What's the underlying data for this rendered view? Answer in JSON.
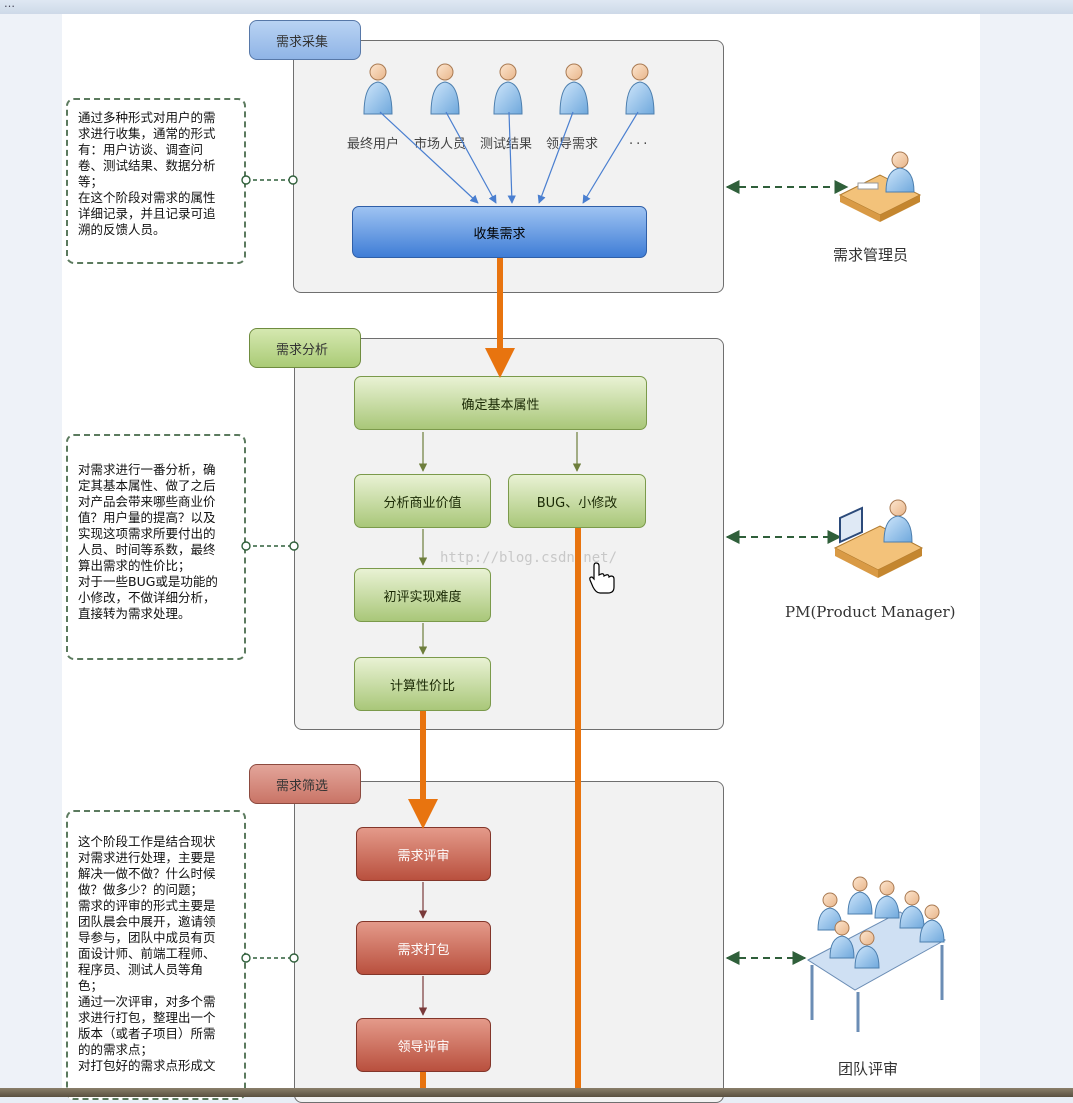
{
  "window": {
    "title_fragment": "…"
  },
  "stages": {
    "collection": {
      "tab": "需求采集",
      "sources": [
        "最终用户",
        "市场人员",
        "测试结果",
        "领导需求",
        "..."
      ],
      "main_box": "收集需求",
      "note": "通过多种形式对用户的需\n求进行收集，通常的形式\n有：用户访谈、调查问\n卷、测试结果、数据分析\n等；\n在这个阶段对需求的属性\n详细记录，并且记录可追\n溯的反馈人员。",
      "role": "需求管理员"
    },
    "analysis": {
      "tab": "需求分析",
      "box_basic": "确定基本属性",
      "box_business": "分析商业价值",
      "box_bug": "BUG、小修改",
      "box_difficulty": "初评实现难度",
      "box_cost": "计算性价比",
      "note": "对需求进行一番分析，确\n定其基本属性、做了之后\n对产品会带来哪些商业价\n值？用户量的提高？以及\n实现这项需求所要付出的\n人员、时间等系数，最终\n算出需求的性价比；\n对于一些BUG或是功能的\n小修改，不做详细分析，\n直接转为需求处理。",
      "role": "PM(Product Manager)"
    },
    "screening": {
      "tab": "需求筛选",
      "box_review": "需求评审",
      "box_package": "需求打包",
      "box_leader": "领导评审",
      "note": "这个阶段工作是结合现状\n对需求进行处理，主要是\n解决一做不做？什么时候\n做？做多少？的问题；\n需求的评审的形式主要是\n团队晨会中展开，邀请领\n导参与，团队中成员有页\n面设计师、前端工程师、\n程序员、测试人员等角\n色；\n通过一次评审，对多个需\n求进行打包，整理出一个\n版本（或者子项目）所需\n的的需求点；\n对打包好的需求点形成文",
      "role": "团队评审"
    }
  },
  "watermark": "http://blog.csdn.net/",
  "colors": {
    "flow_orange": "#e8740f",
    "connector_green": "#2f5f3a",
    "arrow_blue": "#4a7fd0",
    "arrow_olive": "#6e7e3c",
    "arrow_maroon": "#7a3a3a"
  }
}
